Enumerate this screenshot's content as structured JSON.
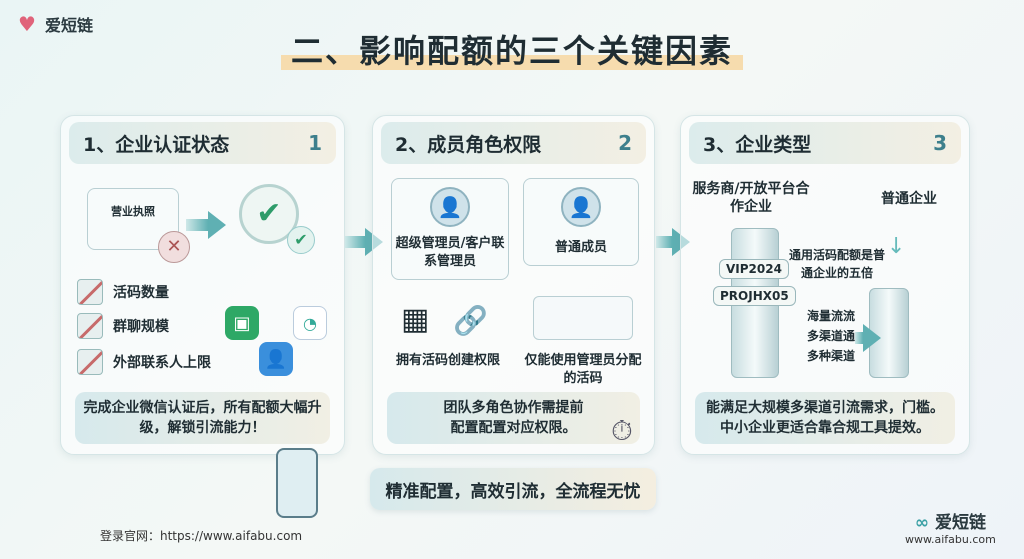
{
  "brand": {
    "name": "爱短链",
    "url": "www.aifabu.com"
  },
  "title": "二、影响配额的三个关键因素",
  "panels": [
    {
      "heading": "1、企业认证状态",
      "number": "1",
      "license_label": "营业执照",
      "limits": [
        "活码数量",
        "群聊规模",
        "外部联系人上限"
      ],
      "footer": "完成企业微信认证后，所有配额大幅升级，解锁引流能力！"
    },
    {
      "heading": "2、成员角色权限",
      "number": "2",
      "role_admin": "超级管理员/客户联系管理员",
      "role_member": "普通成员",
      "admin_perm": "拥有活码创建权限",
      "member_perm": "仅能使用管理员分配的活码",
      "footer": "团队多角色协作需提前配置配置对应权限。"
    },
    {
      "heading": "3、企业类型",
      "number": "3",
      "type_partner": "服务商/开放平台合作企业",
      "type_normal": "普通企业",
      "tags": [
        "VIP2024",
        "PROJHX05"
      ],
      "quota_note": "通用活码配额是普通企业的五倍",
      "channels": [
        "海量流流",
        "多渠道通",
        "多种渠道"
      ],
      "footer": "能满足大规模多渠道引流需求，门槛。中小企业更适合靠合规工具提效。"
    }
  ],
  "banner": "精准配置，高效引流，全流程无忧",
  "login_text": "登录官网：https://www.aifabu.com",
  "colors": {
    "accent": "#5fb0b3",
    "check": "#2e9c6a",
    "title_highlight": "#f6dcae"
  }
}
